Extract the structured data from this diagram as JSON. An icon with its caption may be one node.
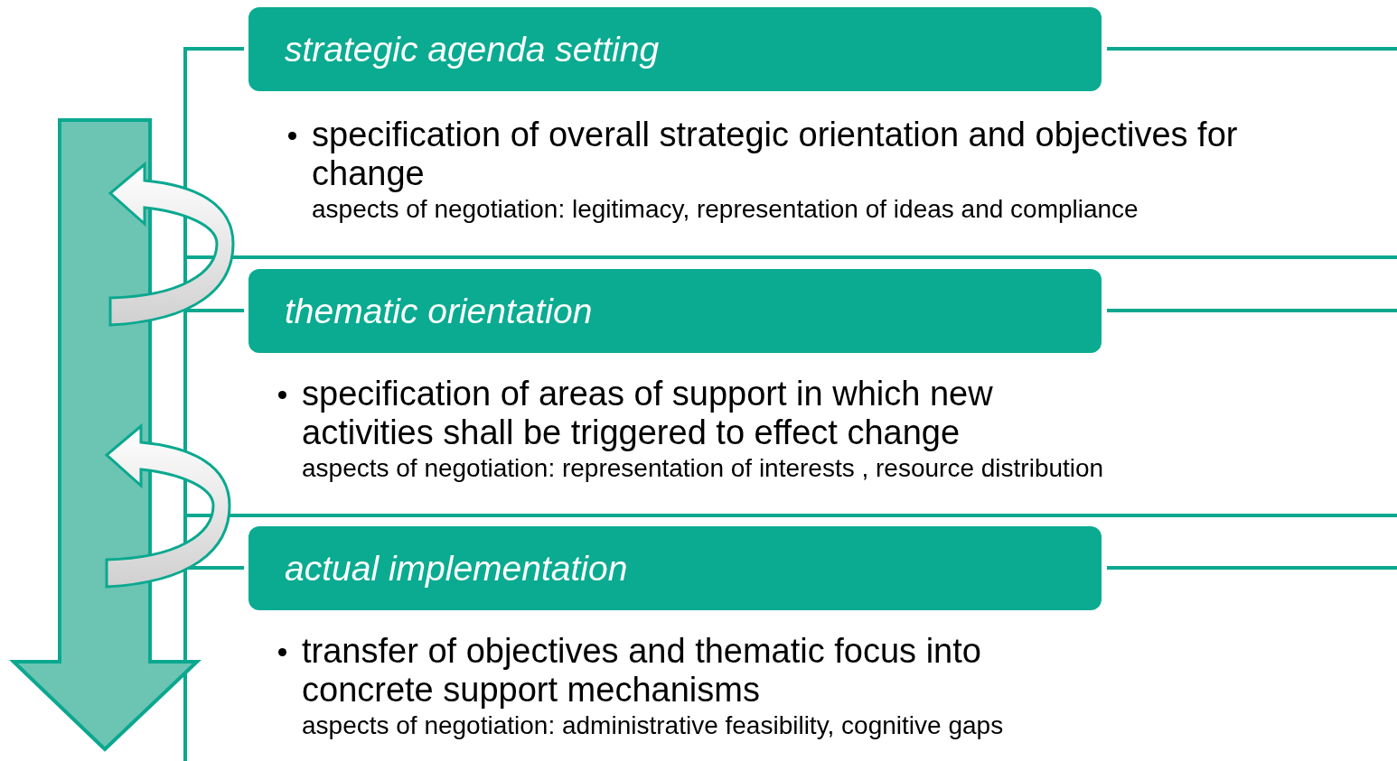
{
  "diagram": {
    "nodes": [
      {
        "text": [
          "strategic agenda setting"
        ],
        "beside": [
          "specification of overall strategic orientation and objectives for change",
          "aspects of negotiation: legitimacy, representation of ideas and compliance"
        ]
      },
      {
        "text": [
          "thematic orientation"
        ],
        "beside": [
          "specification of areas of support in which new activities shall be triggered to effect change",
          "aspects of negotiation: representation of interests , resource distribution"
        ]
      },
      {
        "text": [
          "actual implementation"
        ],
        "beside": [
          "transfer of objectives and thematic focus into concrete support mechanisms",
          "aspects of negotiation: administrative feasibility, cognitive gaps"
        ]
      }
    ]
  }
}
